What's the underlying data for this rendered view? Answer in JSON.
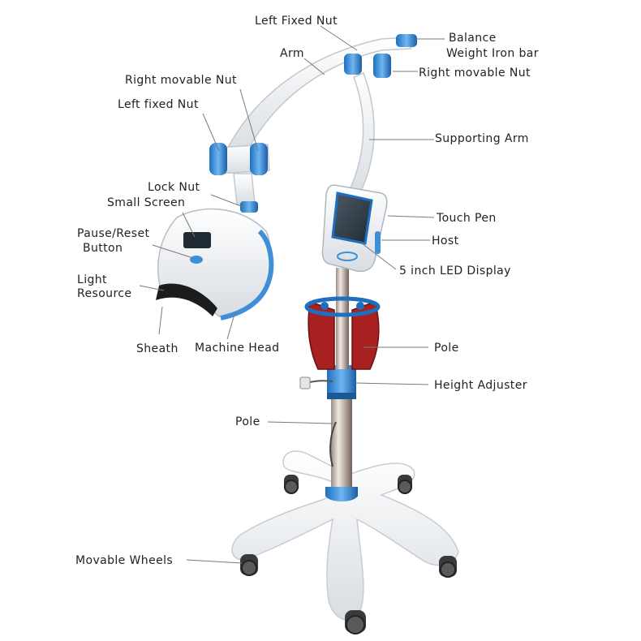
{
  "labels": {
    "left_fixed_nut_top": "Left Fixed Nut",
    "arm": "Arm",
    "balance_weight_line1": "Balance",
    "balance_weight_line2": "Weight Iron bar",
    "right_movable_nut_left": "Right movable Nut",
    "right_movable_nut_right": "Right movable Nut",
    "left_fixed_nut": "Left fixed Nut",
    "supporting_arm": "Supporting Arm",
    "lock_nut": "Lock Nut",
    "small_screen": "Small Screen",
    "touch_pen": "Touch Pen",
    "pause_reset_line1": "Pause/Reset",
    "pause_reset_line2": "Button",
    "host": "Host",
    "led_display": "5 inch LED Display",
    "light_resource_line1": "Light",
    "light_resource_line2": "Resource",
    "pole_upper": "Pole",
    "sheath": "Sheath",
    "machine_head": "Machine Head",
    "height_adjuster": "Height Adjuster",
    "pole_lower": "Pole",
    "movable_wheels": "Movable Wheels"
  },
  "colors": {
    "accent_blue": "#3d8fd8",
    "body_white": "#f1f3f5",
    "body_shadow": "#c9ced4",
    "holder_red": "#a8201f",
    "screen_dark": "#34424e",
    "leader_line": "#777777"
  }
}
